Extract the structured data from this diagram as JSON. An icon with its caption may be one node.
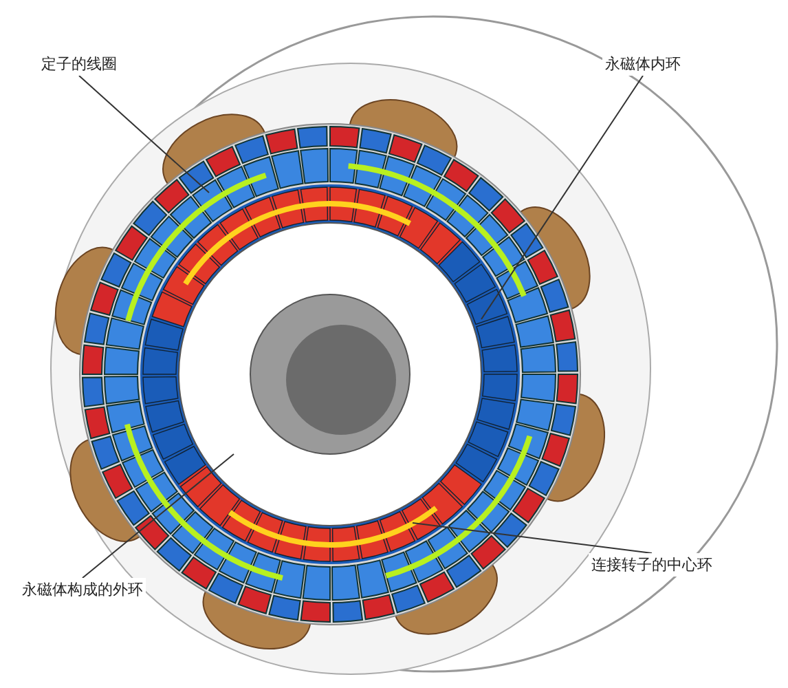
{
  "diagram": {
    "nodes": [
      {
        "text": [
          "定子的线圈"
        ]
      },
      {
        "text": [
          "永磁体内环"
        ]
      },
      {
        "text": [
          "永磁体构成的外环"
        ]
      },
      {
        "text": [
          "连接转子的中心环"
        ]
      }
    ],
    "edges": [
      {
        "from": 0,
        "to": null,
        "arrow": "none"
      },
      {
        "from": 1,
        "to": null,
        "arrow": "none"
      },
      {
        "from": 2,
        "to": null,
        "arrow": "none"
      },
      {
        "from": 3,
        "to": null,
        "arrow": "none"
      }
    ]
  }
}
